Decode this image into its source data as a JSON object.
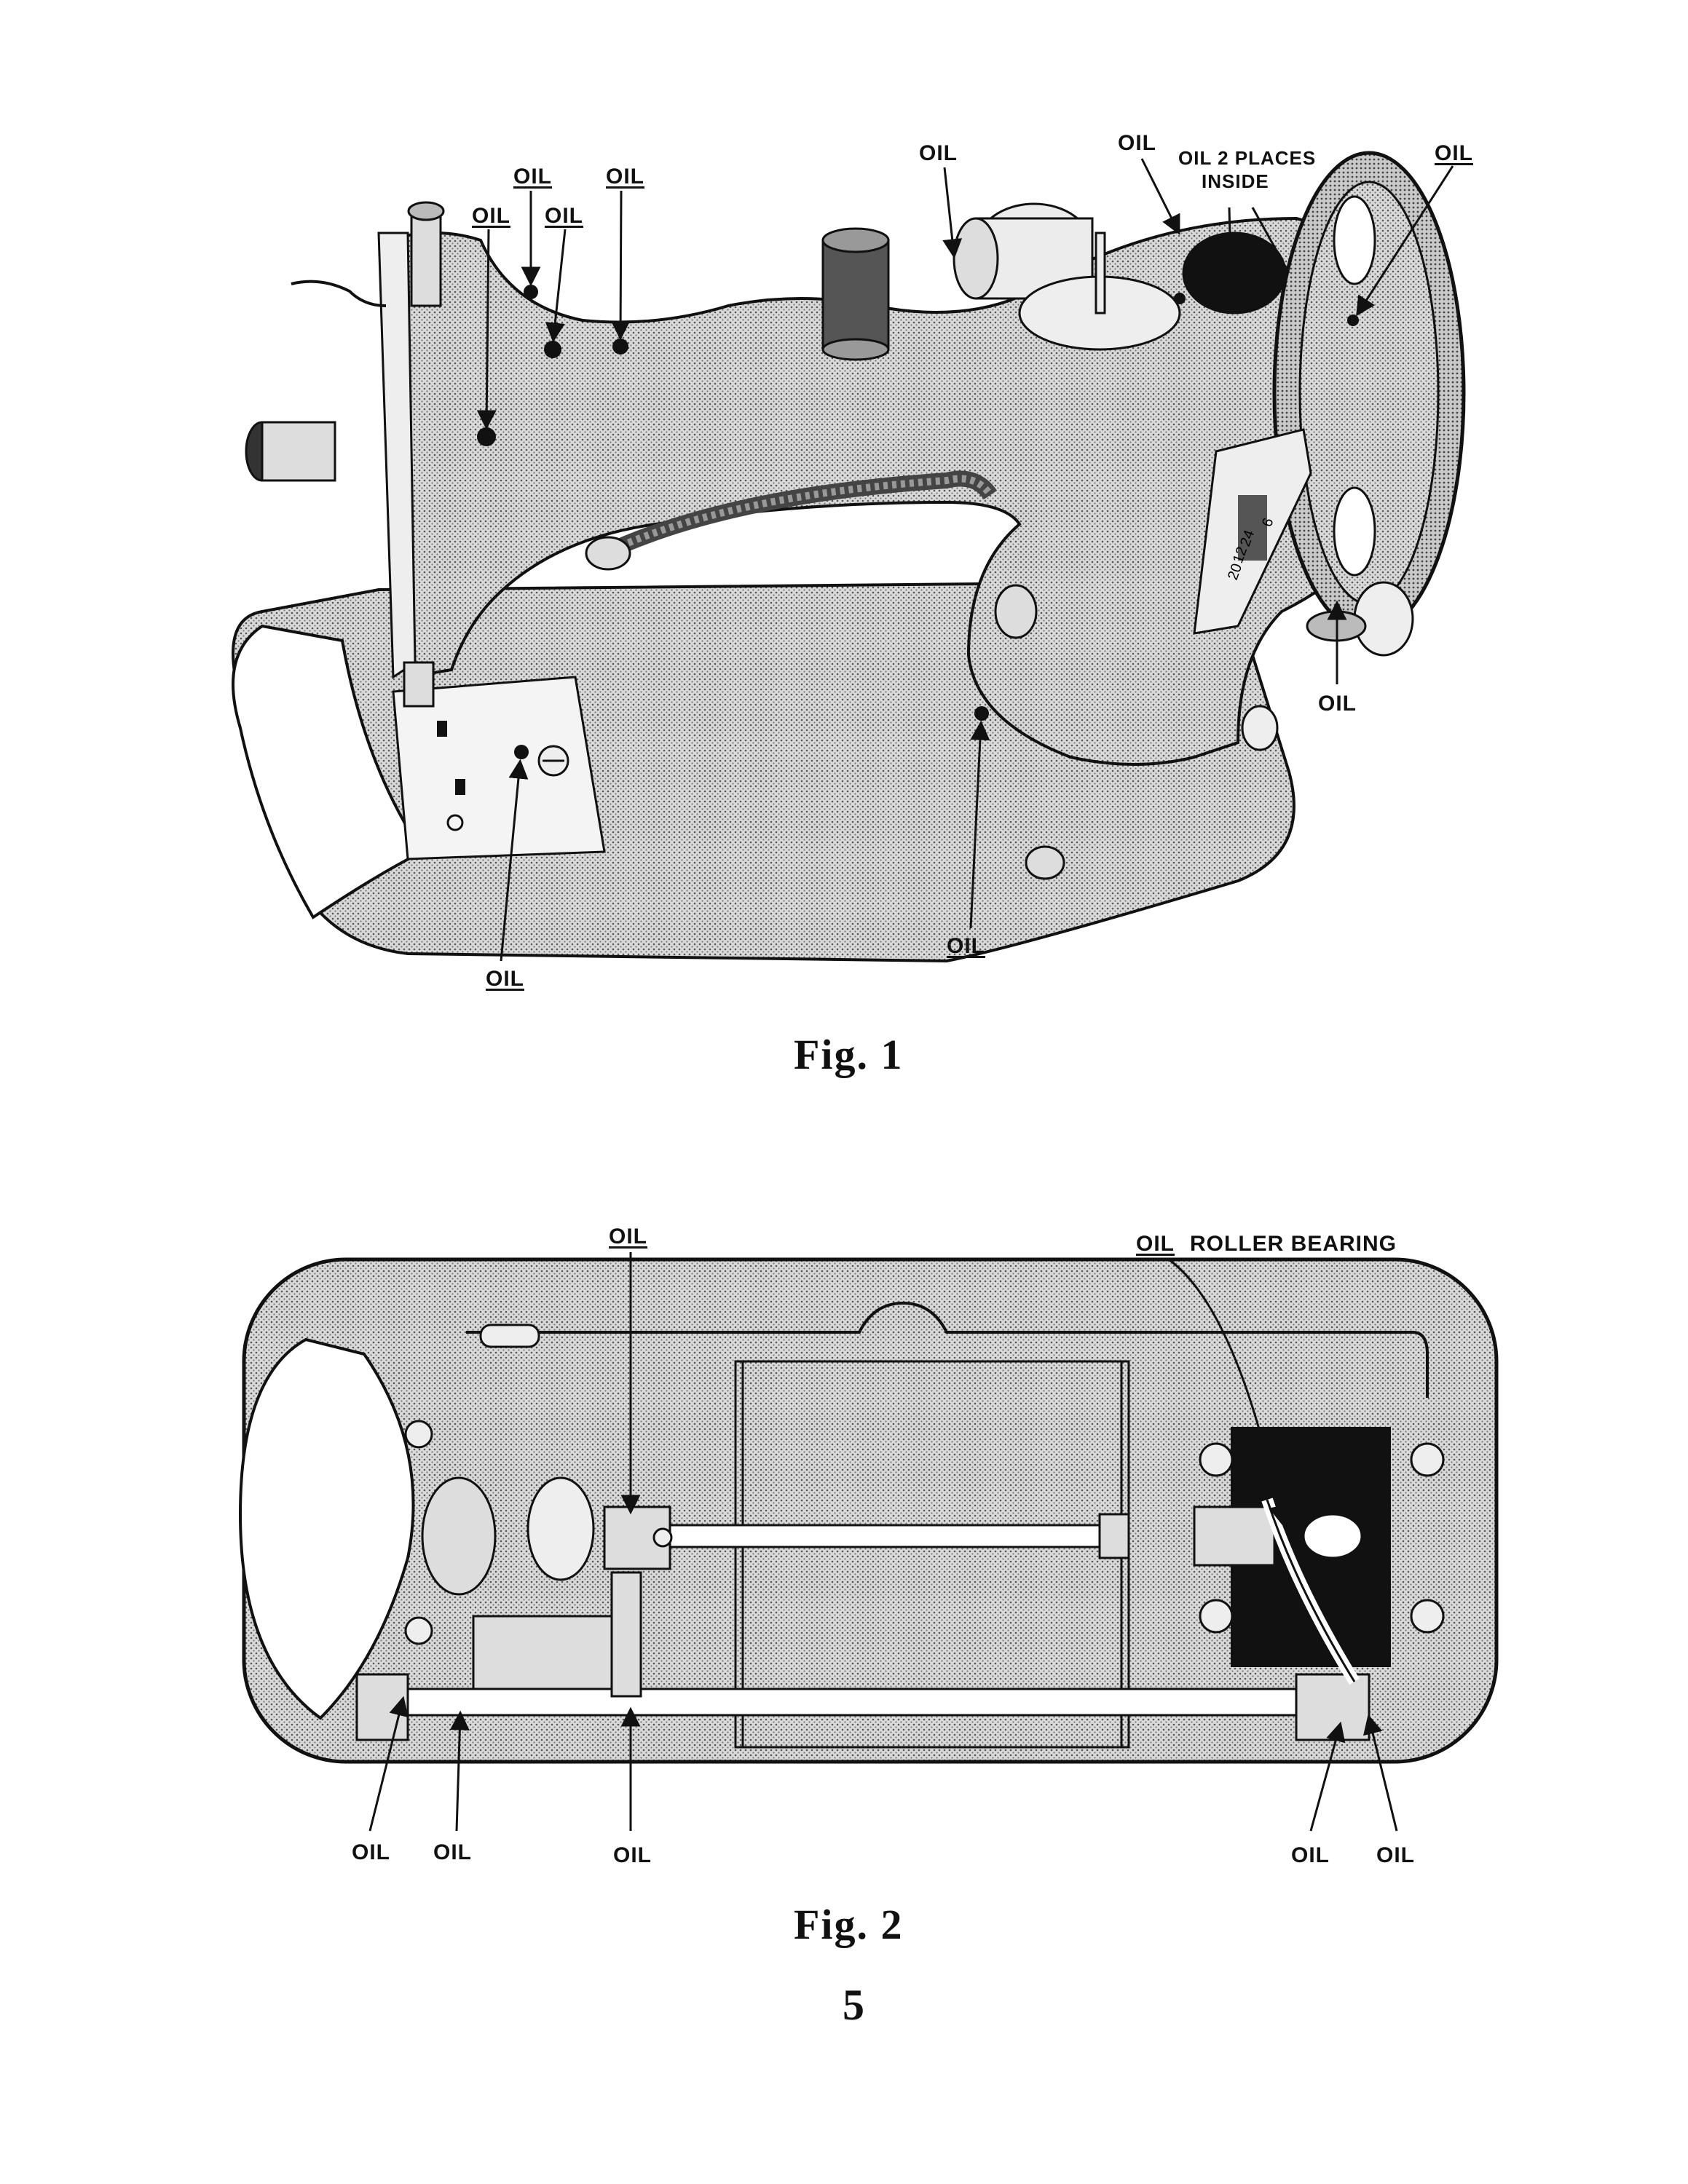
{
  "fig1": {
    "caption": "Fig. 1",
    "labels": {
      "oil_1": "OIL",
      "oil_2": "OIL",
      "oil_3": "OIL",
      "oil_4": "OIL",
      "oil_5": "OIL",
      "oil_6": "OIL",
      "oil_7": "OIL",
      "oil_8": "OIL",
      "oil_9": "OIL",
      "oil_10": "OIL",
      "oil_places_line1": "OIL 2 PLACES",
      "oil_places_line2": "INSIDE"
    },
    "dial_numbers": [
      "6",
      "24",
      "12",
      "20"
    ]
  },
  "fig2": {
    "caption": "Fig. 2",
    "labels": {
      "oil_top": "OIL",
      "oil_roller": "OIL",
      "roller_bearing": "ROLLER BEARING",
      "oil_b1": "OIL",
      "oil_b2": "OIL",
      "oil_b3": "OIL",
      "oil_b4": "OIL",
      "oil_b5": "OIL"
    }
  },
  "page_number": "5",
  "colors": {
    "ink": "#111111",
    "fill": "#cfcfcf",
    "paper": "#ffffff"
  }
}
